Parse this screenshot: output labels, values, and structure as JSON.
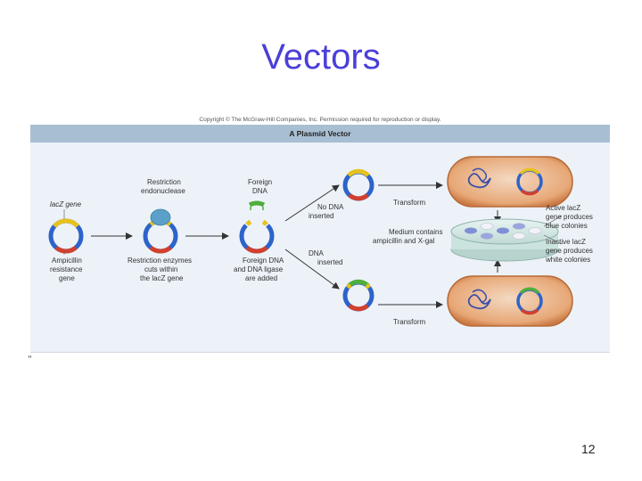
{
  "slide": {
    "title": "Vectors",
    "page_number": "12",
    "figure_mark": "\""
  },
  "figure": {
    "credit": "Copyright © The McGraw-Hill Companies, Inc. Permission required for reproduction or display.",
    "header": "A Plasmid Vector",
    "labels": {
      "lacz_gene": "lacZ gene",
      "ampicillin_line1": "Ampicillin",
      "ampicillin_line2": "resistance",
      "ampicillin_line3": "gene",
      "restriction_line1": "Restriction",
      "restriction_line2": "endonuclease",
      "enzymes_line1": "Restriction enzymes",
      "enzymes_line2": "cuts within",
      "enzymes_line3": "the lacZ gene",
      "foreign_dna_line1": "Foreign",
      "foreign_dna_line2": "DNA",
      "ligase_line1": "Foreign DNA",
      "ligase_line2": "and DNA ligase",
      "ligase_line3": "are added",
      "no_dna_line1": "No DNA",
      "no_dna_line2": "inserted",
      "dna_line1": "DNA",
      "dna_line2": "inserted",
      "transform_top": "Transform",
      "transform_bottom": "Transform",
      "medium_line1": "Medium contains",
      "medium_line2": "ampicillin and X-gal",
      "active_line1": "Active lacZ",
      "active_line2": "gene produces",
      "active_line3": "blue colonies",
      "inactive_line1": "Inactive lacZ",
      "inactive_line2": "gene produces",
      "inactive_line3": "white colonies"
    },
    "colors": {
      "plasmid_blue": "#2e63c9",
      "lacz_yellow": "#e6c21e",
      "amp_red": "#d2402e",
      "foreign_green": "#4fae3c",
      "bacterium_orange": "#e59a5c",
      "enzyme_blue": "#5aa0c8"
    }
  }
}
